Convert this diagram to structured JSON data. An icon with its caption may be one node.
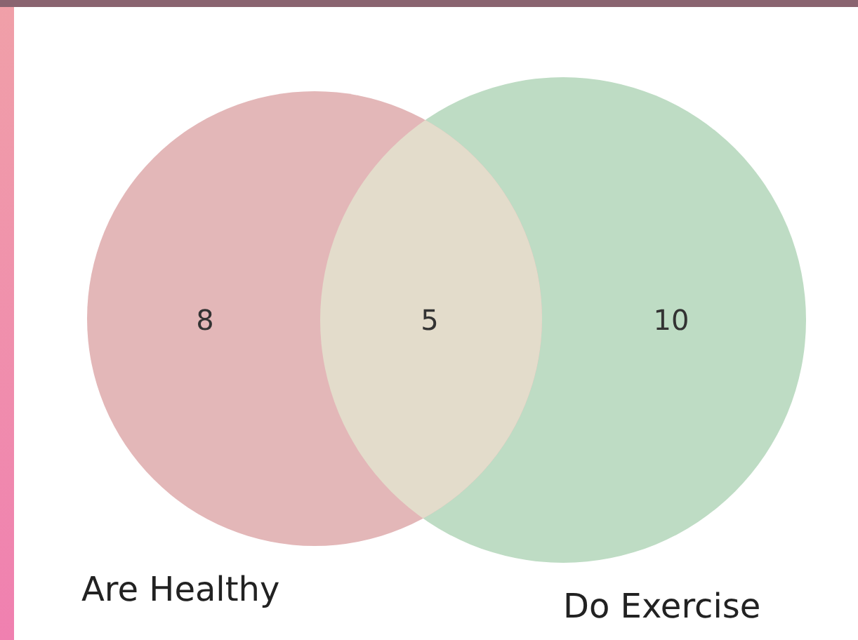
{
  "diagram": {
    "nodes": [
      {
        "text": [
          "8"
        ],
        "beside": [
          "Are Healthy"
        ]
      },
      {
        "text": [
          "10"
        ],
        "beside": [
          "Do Exercise"
        ]
      }
    ],
    "labels": [
      "5"
    ]
  }
}
